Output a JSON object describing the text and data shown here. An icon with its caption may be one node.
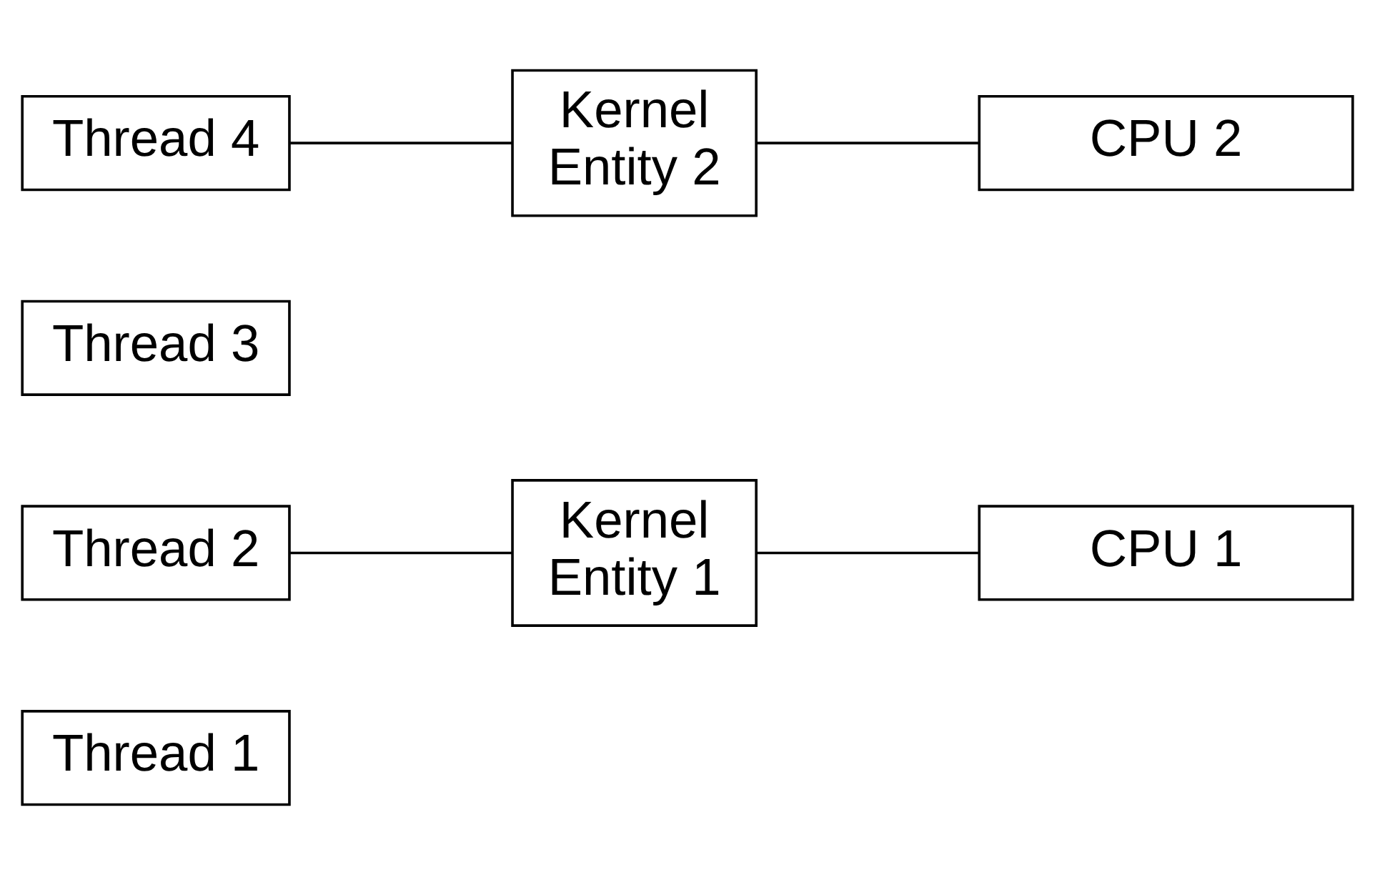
{
  "diagram": {
    "nodes": [
      {
        "text": [
          "Thread 1"
        ]
      },
      {
        "text": [
          "Thread 2"
        ]
      },
      {
        "text": [
          "Kernel Entity 1"
        ]
      },
      {
        "text": [
          "CPU 1"
        ]
      },
      {
        "text": [
          "Thread 3"
        ]
      },
      {
        "text": [
          "Kernel Entity 2"
        ]
      },
      {
        "text": [
          "CPU 2"
        ]
      },
      {
        "text": [
          "Thread 4"
        ]
      }
    ],
    "edges": [
      {
        "from": 1,
        "to": 2,
        "arrow": "none"
      },
      {
        "from": 2,
        "to": 3,
        "arrow": "none"
      },
      {
        "from": 7,
        "to": 5,
        "arrow": "none"
      },
      {
        "from": 5,
        "to": 6,
        "arrow": "none"
      }
    ]
  }
}
